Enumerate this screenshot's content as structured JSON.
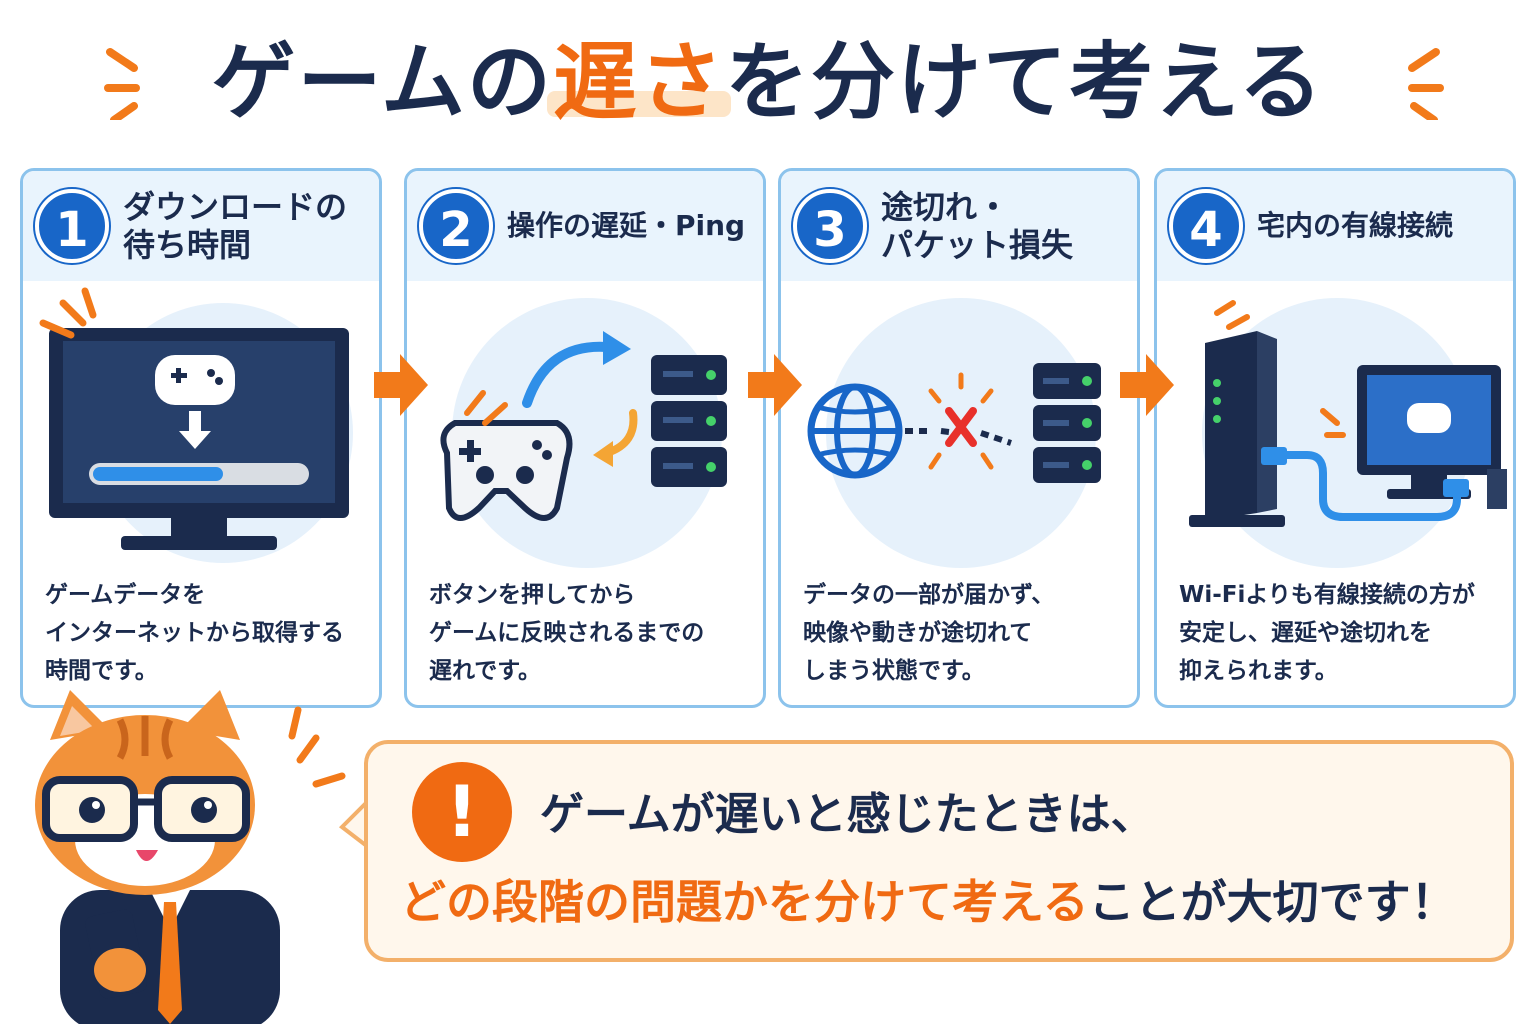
{
  "title": {
    "pre": "ゲームの",
    "accent": "遅さ",
    "post": "を分けて考える"
  },
  "cards": [
    {
      "number": "1",
      "title": "ダウンロードの\n待ち時間",
      "description": "ゲームデータを\nインターネットから取得する\n時間です。"
    },
    {
      "number": "2",
      "title": "操作の遅延・Ping",
      "description": "ボタンを押してから\nゲームに反映されるまでの\n遅れです。"
    },
    {
      "number": "3",
      "title": "途切れ・\nパケット損失",
      "description": "データの一部が届かず、\n映像や動きが途切れて\nしまう状態です。"
    },
    {
      "number": "4",
      "title": "宅内の有線接続",
      "description": "Wi-Fiよりも有線接続の方が\n安定し、遅延や途切れを\n抑えられます。"
    }
  ],
  "callout": {
    "icon": "!",
    "line1": "ゲームが遅いと感じたときは、",
    "line2_highlight": "どの段階の問題かを分けて考える",
    "line2_rest": "ことが大切です！"
  },
  "colors": {
    "navy": "#1b2b4d",
    "orange": "#f06a12",
    "blue": "#1866c8",
    "lightblue": "#e9f4fd"
  },
  "icons": [
    "tv-download-icon",
    "controller-server-icon",
    "globe-packet-loss-icon",
    "router-wired-pc-icon",
    "warning-icon",
    "cat-mascot"
  ]
}
